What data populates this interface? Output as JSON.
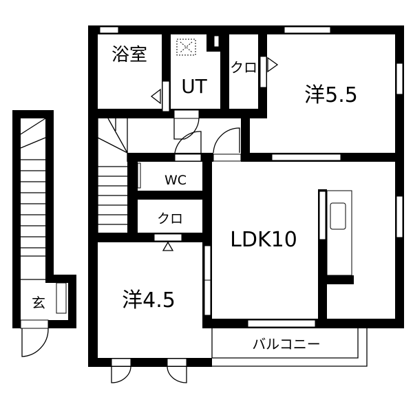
{
  "floor_plan": {
    "rooms": {
      "bath": "浴室",
      "utility": "UT",
      "closet_top": "クロ",
      "western_room_large": "洋5.5",
      "toilet": "WC",
      "closet_mid": "クロ",
      "ldk": "LDK10",
      "western_room_small": "洋4.5",
      "entrance": "玄",
      "balcony": "バルコニー"
    },
    "colors": {
      "wall": "#000000",
      "background": "#ffffff"
    }
  }
}
